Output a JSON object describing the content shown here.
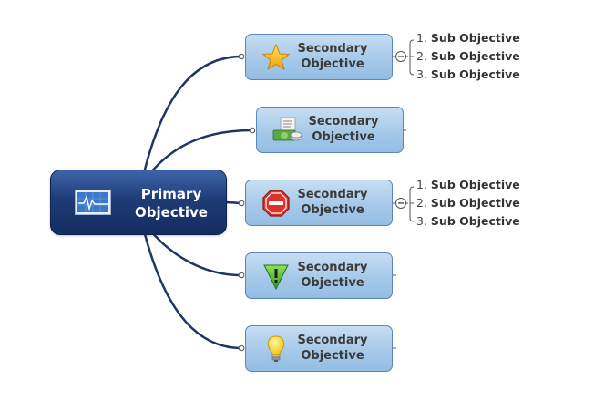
{
  "central": {
    "label_line1": "Primary",
    "label_line2": "Objective",
    "icon": "monitor-icon"
  },
  "branches": [
    {
      "line1": "Secondary",
      "line2": "Objective",
      "icon": "star-icon"
    },
    {
      "line1": "Secondary",
      "line2": "Objective",
      "icon": "money-icon"
    },
    {
      "line1": "Secondary",
      "line2": "Objective",
      "icon": "stop-sign-icon"
    },
    {
      "line1": "Secondary",
      "line2": "Objective",
      "icon": "warning-icon"
    },
    {
      "line1": "Secondary",
      "line2": "Objective",
      "icon": "lightbulb-icon"
    }
  ],
  "subtopics_a": [
    {
      "num": "1.",
      "label": "Sub Objective"
    },
    {
      "num": "2.",
      "label": "Sub Objective"
    },
    {
      "num": "3.",
      "label": "Sub Objective"
    }
  ],
  "subtopics_b": [
    {
      "num": "1.",
      "label": "Sub Objective"
    },
    {
      "num": "2.",
      "label": "Sub Objective"
    },
    {
      "num": "3.",
      "label": "Sub Objective"
    }
  ],
  "colors": {
    "central": "#1f3c78",
    "branch": "#a6c9ea",
    "connector": "#1f3563"
  }
}
